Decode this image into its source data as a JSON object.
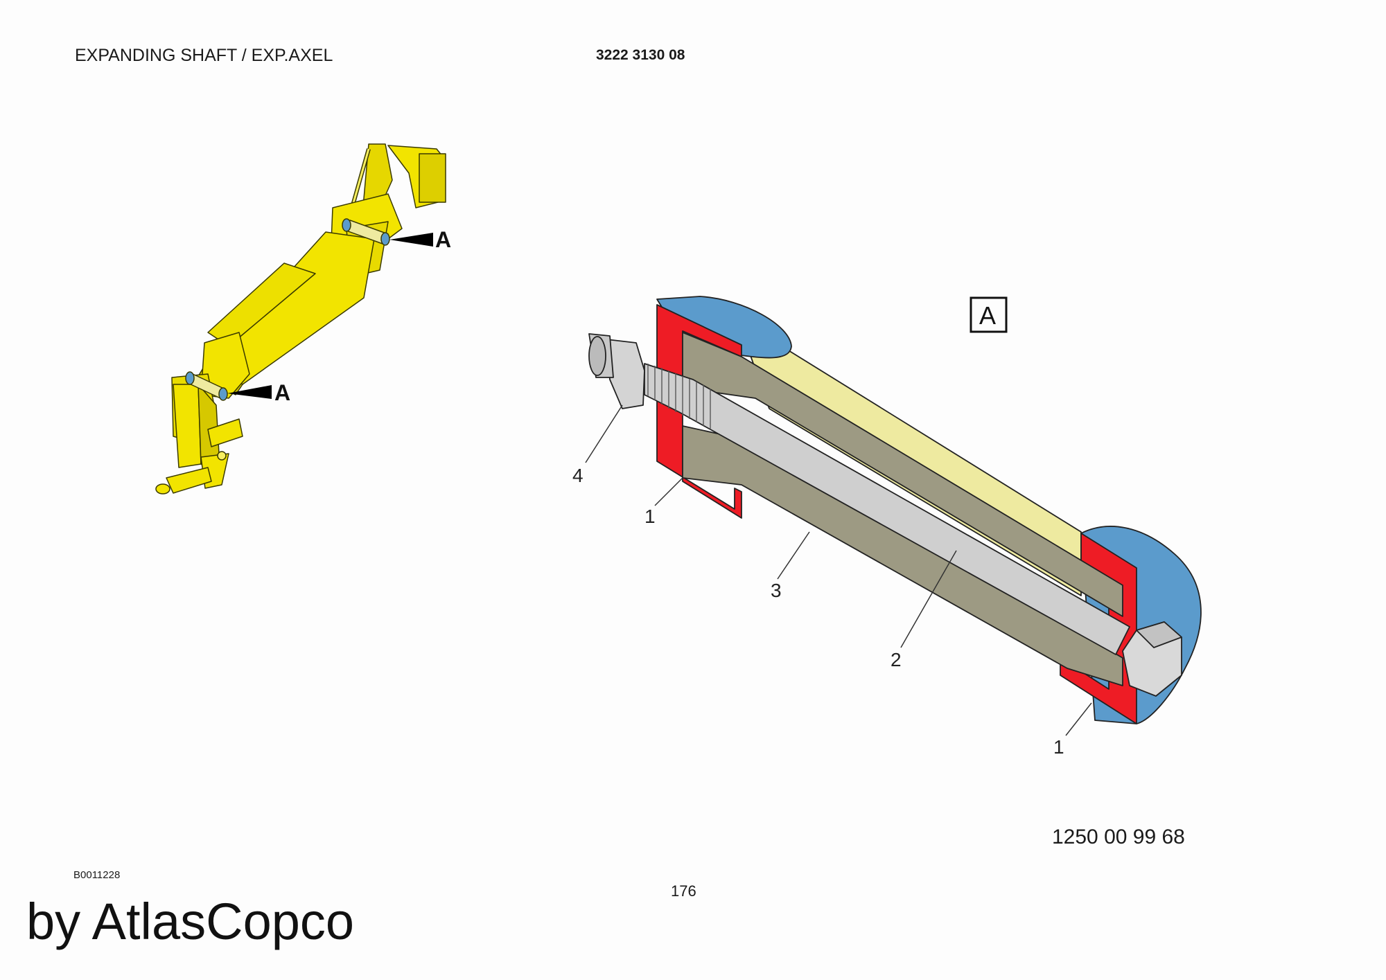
{
  "header": {
    "title": "EXPANDING SHAFT / EXP.AXEL",
    "part_number": "3222 3130 08"
  },
  "overview": {
    "markers": [
      "A",
      "A"
    ]
  },
  "detail": {
    "view_label": "A",
    "callouts": [
      "4",
      "1",
      "3",
      "2",
      "1"
    ],
    "drawing_number": "1250 00 99 68"
  },
  "footer": {
    "image_code": "B0011228",
    "page_number": "176",
    "watermark": "by AtlasCopco"
  },
  "colors": {
    "boom_yellow": "#f2e400",
    "seal_red": "#ee1c25",
    "cap_blue": "#5b9bcc",
    "sleeve_olive": "#9d9a83",
    "pin_cream": "#eeeaa0",
    "bolt_grey": "#cfcfcf"
  }
}
